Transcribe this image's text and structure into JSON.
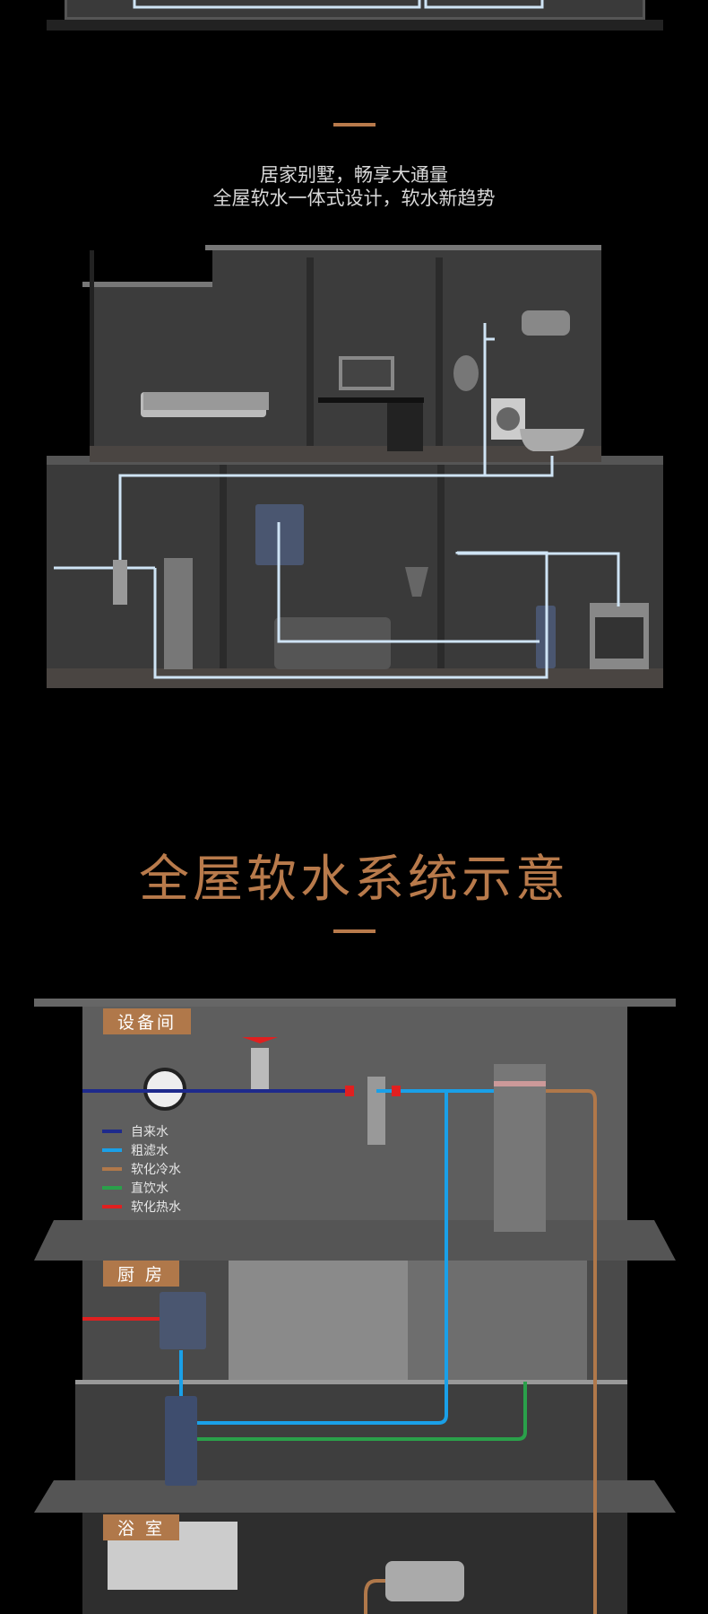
{
  "intro": {
    "line1": "居家别墅，畅享大通量",
    "line2": "全屋软水一体式设计，软水新趋势"
  },
  "section_title": "全屋软水系统示意",
  "accent_color": "#b87a4b",
  "rooms": {
    "equipment": "设备间",
    "kitchen": "厨 房",
    "bathroom": "浴 室"
  },
  "legend": [
    {
      "label": "自来水",
      "color": "#1e2a8c"
    },
    {
      "label": "粗滤水",
      "color": "#1aa0e8"
    },
    {
      "label": "软化冷水",
      "color": "#b0784a"
    },
    {
      "label": "直饮水",
      "color": "#2aa04a"
    },
    {
      "label": "软化热水",
      "color": "#e02020"
    }
  ]
}
